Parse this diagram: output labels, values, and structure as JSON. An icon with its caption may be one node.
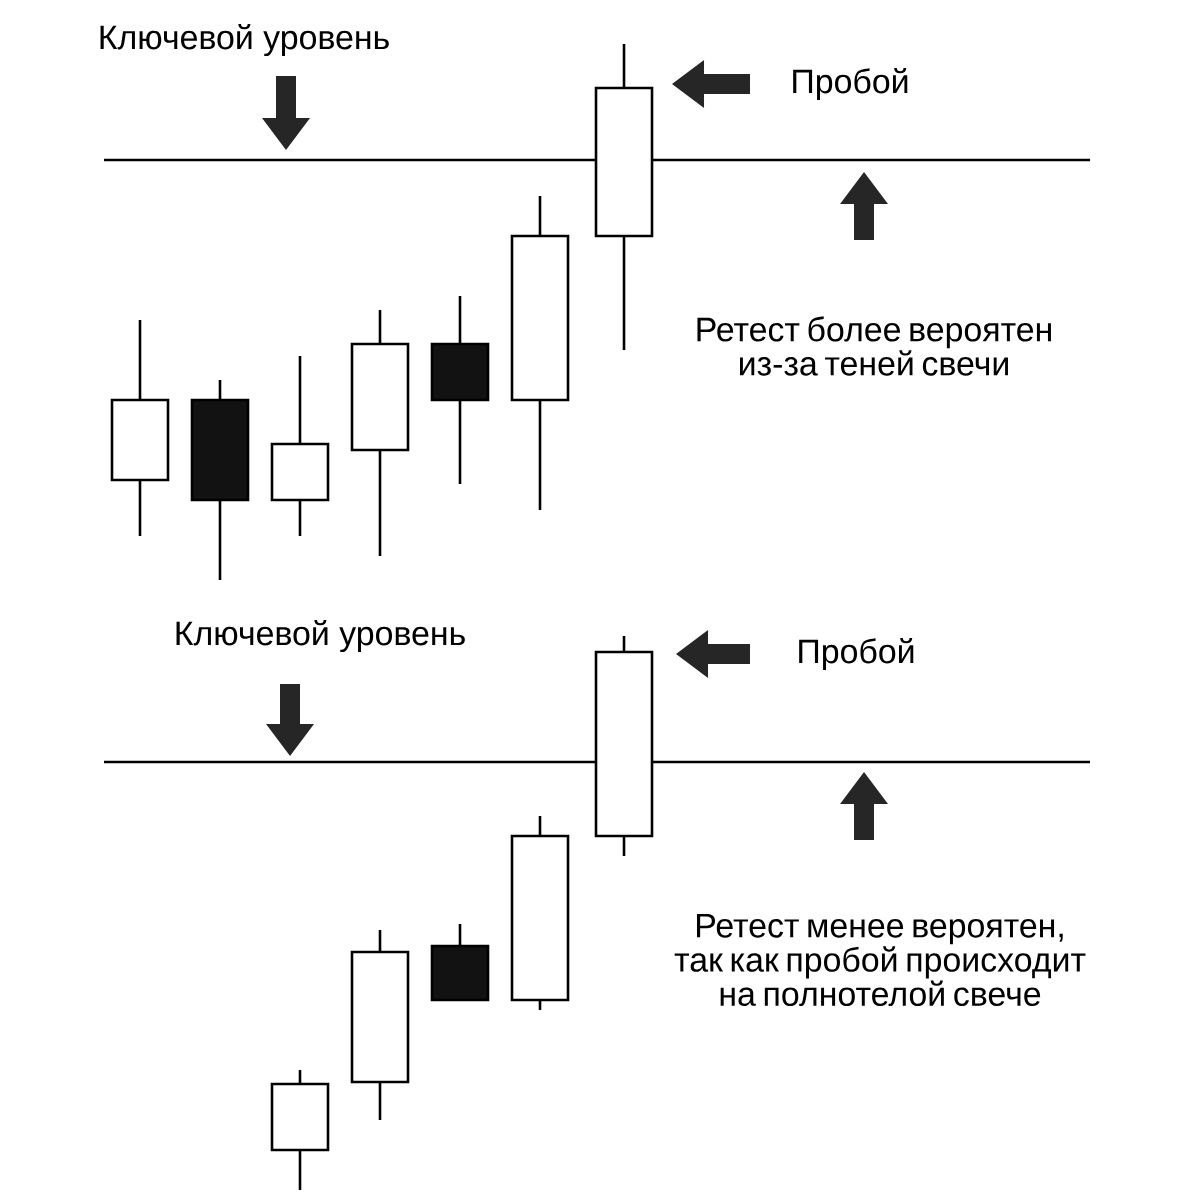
{
  "diagram": {
    "labels": [
      "Ключевой уровень",
      "Пробой",
      "Ретест более вероятен из-за теней свечи",
      "Ключевой уровень",
      "Пробой",
      "Ретест менее вероятен, так как пробой происходит на полнотелой свече"
    ]
  }
}
